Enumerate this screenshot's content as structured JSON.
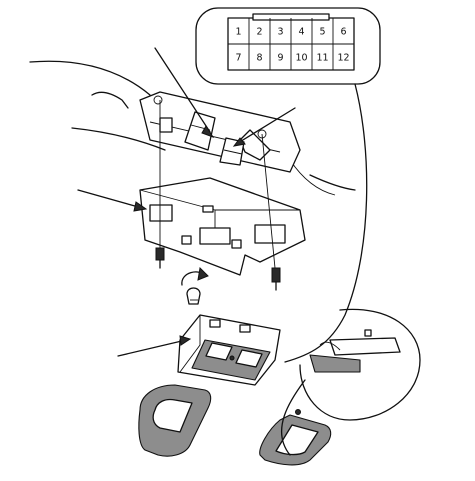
{
  "connector": {
    "top_pins": [
      "1",
      "2",
      "3",
      "4",
      "5",
      "6"
    ],
    "bottom_pins": [
      "7",
      "8",
      "9",
      "10",
      "11",
      "12"
    ]
  }
}
